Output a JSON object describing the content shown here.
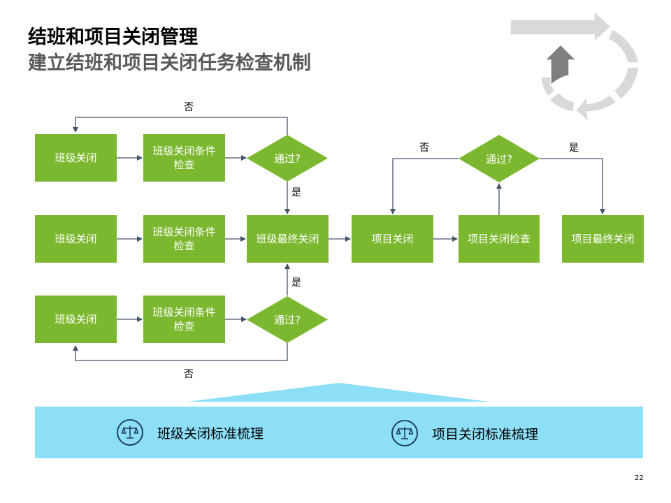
{
  "title": {
    "line1": "结班和项目关闭管理",
    "line2": "建立结班和项目关闭任务检查机制"
  },
  "flow": {
    "rows": [
      {
        "class_close": "班级关闭",
        "condition_check": "班级关闭条件\n检查",
        "decision": "通过?"
      },
      {
        "class_close": "班级关闭",
        "condition_check": "班级关闭条件\n检查",
        "final_close": "班级最终关闭"
      },
      {
        "class_close": "班级关闭",
        "condition_check": "班级关闭条件\n检查",
        "decision": "通过?"
      }
    ],
    "project": {
      "close": "项目关闭",
      "check": "项目关闭检查",
      "decision": "通过?",
      "final_close": "项目最终关闭"
    },
    "labels": {
      "yes": "是",
      "no": "否"
    }
  },
  "standards": [
    {
      "label": "班级关闭标准梳理",
      "icon": "scale-icon"
    },
    {
      "label": "项目关闭标准梳理",
      "icon": "scale-icon"
    }
  ],
  "cycle_logo": {
    "icon": "cycle-arrows-icon"
  },
  "page_number": "22",
  "colors": {
    "green": "#7cb82f",
    "light_blue": "#8ddff8",
    "connector": "#44546a",
    "cycle_gray": "#d9d9d9",
    "cycle_dark": "#7f7f7f"
  }
}
